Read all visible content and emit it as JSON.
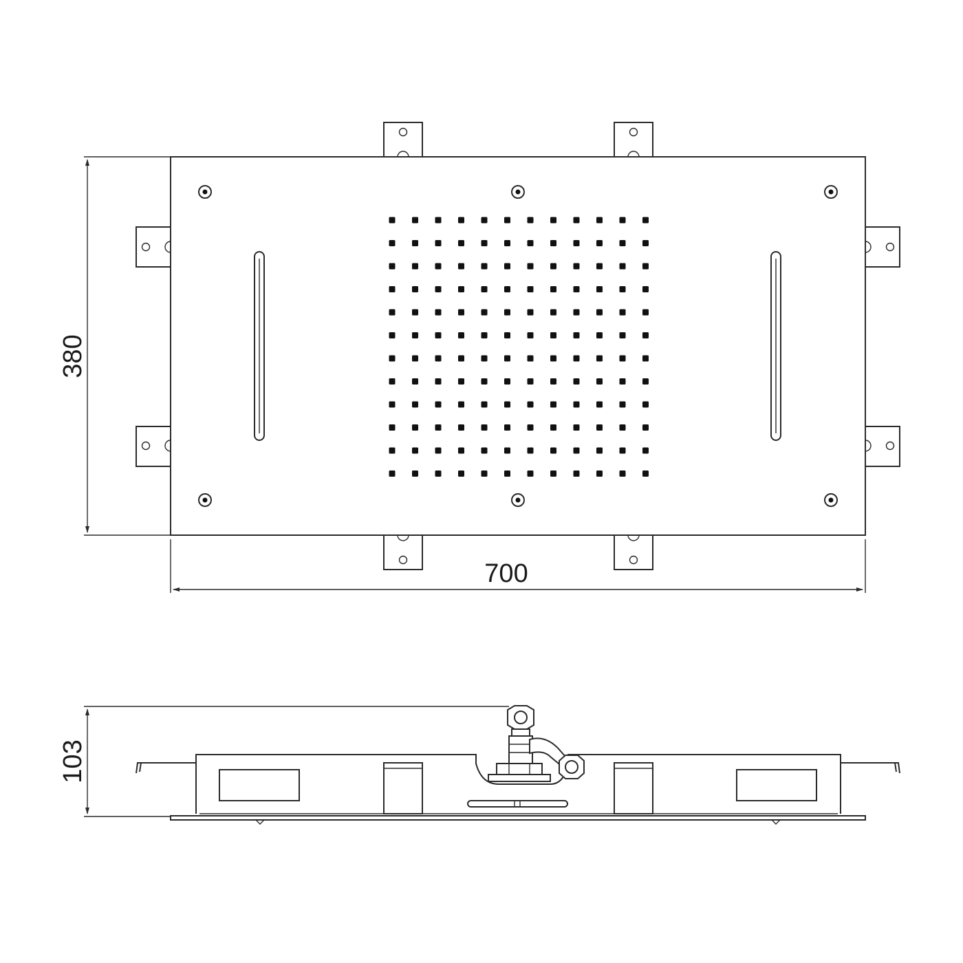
{
  "drawing": {
    "dimensions": {
      "height_top_view": "380",
      "width_top_view": "700",
      "depth_side_view": "103"
    },
    "nozzle_grid": {
      "rows": 12,
      "cols": 12
    },
    "colors": {
      "line": "#2a2a2a",
      "nozzle": "#111111",
      "background": "#ffffff"
    }
  }
}
